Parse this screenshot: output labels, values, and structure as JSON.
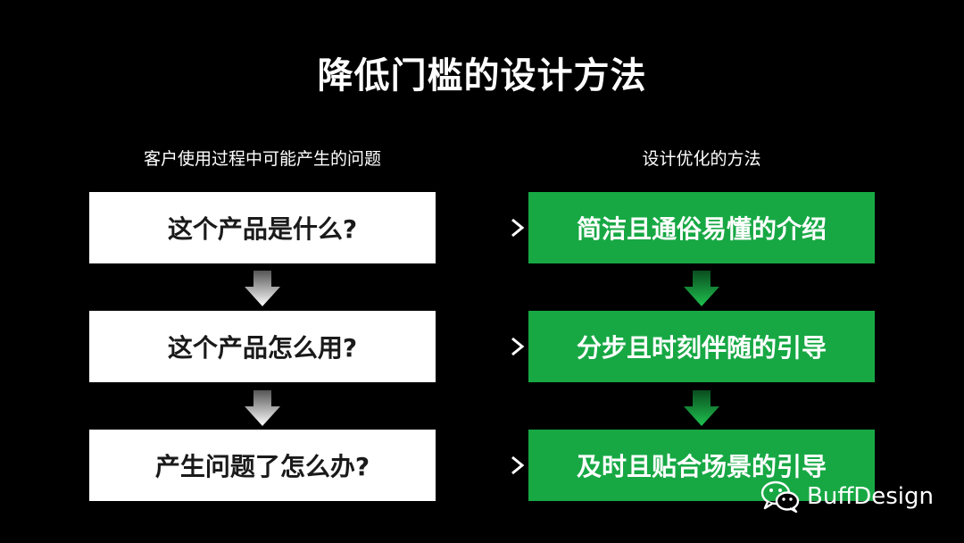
{
  "title": "降低门槛的设计方法",
  "left_column": {
    "heading": "客户使用过程中可能产生的问题",
    "items": [
      "这个产品是什么?",
      "这个产品怎么用?",
      "产生问题了怎么办?"
    ]
  },
  "right_column": {
    "heading": "设计优化的方法",
    "items": [
      "简洁且通俗易懂的介绍",
      "分步且时刻伴随的引导",
      "及时且贴合场景的引导"
    ]
  },
  "watermark": {
    "text": "BuffDesign",
    "icon": "wechat-icon"
  },
  "colors": {
    "background": "#000000",
    "question_box": "#ffffff",
    "solution_box": "#17a844",
    "text_dark": "#1a1a1a",
    "text_light": "#ffffff"
  }
}
